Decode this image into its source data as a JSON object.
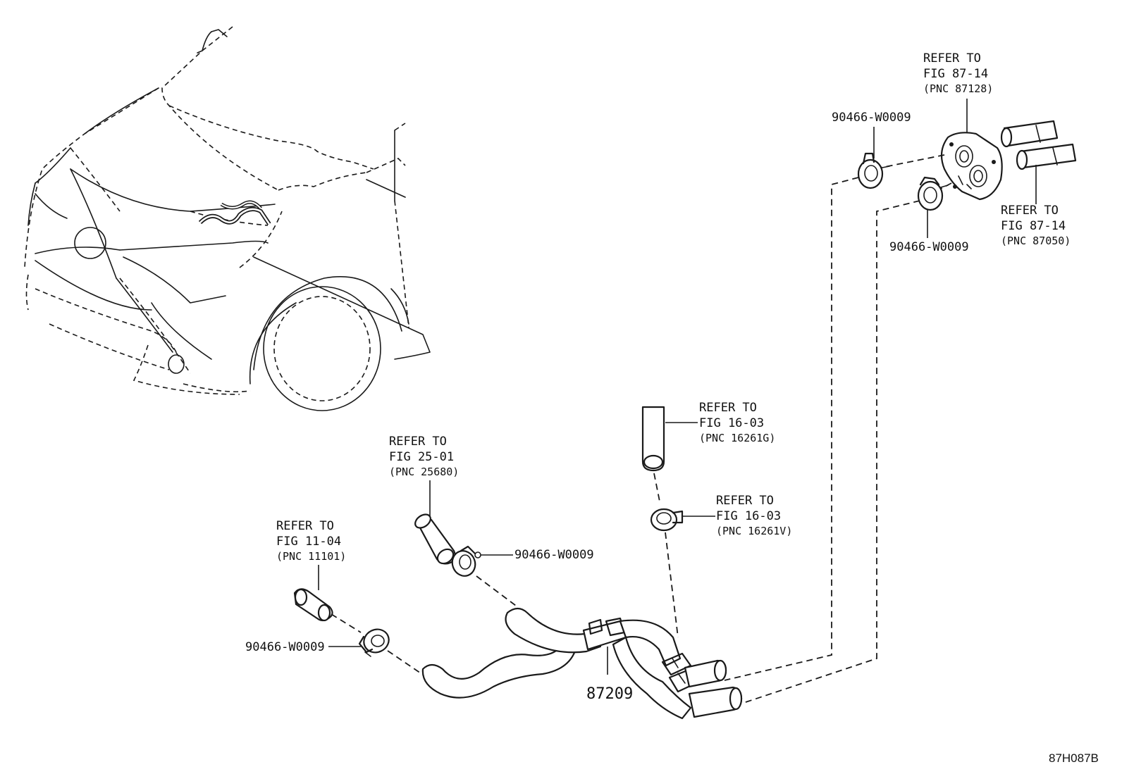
{
  "diagram_code": "87H087B",
  "callouts": {
    "heater_unit": {
      "line1": "REFER TO",
      "line2": "FIG 87-14",
      "line3": "(PNC 87128)"
    },
    "heater_pipes": {
      "line1": "REFER TO",
      "line2": "FIG 87-14",
      "line3": "(PNC 87050)"
    },
    "hose_top": {
      "line1": "REFER TO",
      "line2": "FIG 16-03",
      "line3": "(PNC 16261G)"
    },
    "clamp_top": {
      "line1": "REFER TO",
      "line2": "FIG 16-03",
      "line3": "(PNC 16261V)"
    },
    "pipe_mid": {
      "line1": "REFER TO",
      "line2": "FIG 25-01",
      "line3": "(PNC 25680)"
    },
    "pipe_left": {
      "line1": "REFER TO",
      "line2": "FIG 11-04",
      "line3": "(PNC 11101)"
    }
  },
  "parts": {
    "clamp_upper_a": "90466-W0009",
    "clamp_upper_b": "90466-W0009",
    "clamp_mid": "90466-W0009",
    "clamp_left": "90466-W0009",
    "hose_assy": "87209"
  },
  "icons": {
    "vehicle": "vehicle-front-outline",
    "hose": "heater-hose",
    "clamp": "hose-clamp",
    "heater_core": "heater-core-flange",
    "pipe": "pipe-stub"
  }
}
